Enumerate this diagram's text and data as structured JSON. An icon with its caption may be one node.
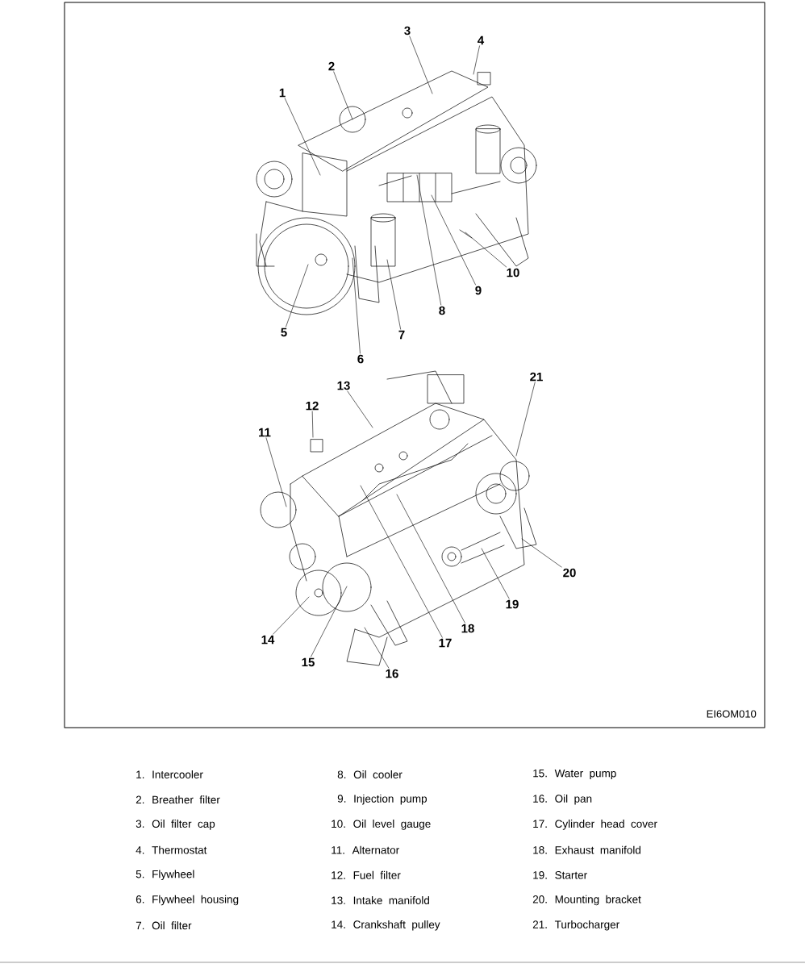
{
  "diagram": {
    "nodes": [
      {
        "text": [
          "1"
        ]
      },
      {
        "text": [
          "2"
        ]
      },
      {
        "text": [
          "3"
        ]
      },
      {
        "text": [
          "4"
        ]
      },
      {
        "text": [
          "5"
        ]
      },
      {
        "text": [
          "6"
        ]
      },
      {
        "text": [
          "7"
        ]
      },
      {
        "text": [
          "8"
        ]
      },
      {
        "text": [
          "9"
        ]
      },
      {
        "text": [
          "10"
        ]
      },
      {
        "text": [
          "11"
        ]
      },
      {
        "text": [
          "12"
        ]
      },
      {
        "text": [
          "13"
        ]
      },
      {
        "text": [
          "14"
        ]
      },
      {
        "text": [
          "15"
        ]
      },
      {
        "text": [
          "16"
        ]
      },
      {
        "text": [
          "17"
        ]
      },
      {
        "text": [
          "18"
        ]
      },
      {
        "text": [
          "19"
        ]
      },
      {
        "text": [
          "20"
        ]
      },
      {
        "text": [
          "21"
        ]
      }
    ],
    "edges": [
      {
        "from": 0,
        "to": null,
        "arrow": "none"
      },
      {
        "from": 1,
        "to": null,
        "arrow": "none"
      },
      {
        "from": 2,
        "to": null,
        "arrow": "none"
      },
      {
        "from": 3,
        "to": null,
        "arrow": "none"
      },
      {
        "from": 4,
        "to": null,
        "arrow": "none"
      },
      {
        "from": 5,
        "to": null,
        "arrow": "none"
      },
      {
        "from": 6,
        "to": null,
        "arrow": "none"
      },
      {
        "from": 7,
        "to": null,
        "arrow": "none"
      },
      {
        "from": 8,
        "to": null,
        "arrow": "none"
      },
      {
        "from": 9,
        "to": null,
        "arrow": "none"
      },
      {
        "from": 10,
        "to": null,
        "arrow": "none"
      },
      {
        "from": 11,
        "to": null,
        "arrow": "none"
      },
      {
        "from": 12,
        "to": null,
        "arrow": "none"
      },
      {
        "from": 13,
        "to": null,
        "arrow": "none"
      },
      {
        "from": 14,
        "to": null,
        "arrow": "none"
      },
      {
        "from": 15,
        "to": null,
        "arrow": "none"
      },
      {
        "from": 16,
        "to": null,
        "arrow": "none"
      },
      {
        "from": 17,
        "to": null,
        "arrow": "none"
      },
      {
        "from": 18,
        "to": null,
        "arrow": "none"
      },
      {
        "from": 19,
        "to": null,
        "arrow": "none"
      },
      {
        "from": 20,
        "to": null,
        "arrow": "none"
      }
    ],
    "labels": [
      "1. Intercooler",
      "8. Oil cooler",
      "15. Water pump",
      "2. Breather filter",
      "9. Injection pump",
      "16. Oil pan",
      "3. Oil filter cap",
      "10. Oil level gauge",
      "17. Cylinder head cover",
      "4. Thermostat",
      "11. Alternator",
      "18. Exhaust manifold",
      "5. Flywheel",
      "12. Fuel filter",
      "19. Starter",
      "6. Flywheel housing",
      "13. Intake manifold",
      "20. Mounting bracket",
      "7. Oil filter",
      "14. Crankshaft pulley",
      "21. Turbocharger",
      "EI6OM010"
    ]
  }
}
